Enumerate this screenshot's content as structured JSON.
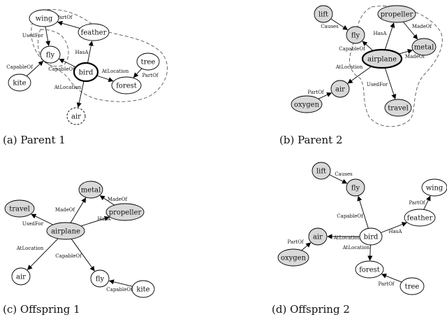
{
  "panels": [
    {
      "id": "parent1",
      "caption": "(a)  Parent 1",
      "nodes": [
        {
          "id": "wing",
          "label": "wing",
          "fill": "#ffffff",
          "bold": false,
          "dashed": false
        },
        {
          "id": "feather",
          "label": "feather",
          "fill": "#ffffff",
          "bold": false,
          "dashed": false
        },
        {
          "id": "fly",
          "label": "fly",
          "fill": "#ffffff",
          "bold": false,
          "dashed": false
        },
        {
          "id": "bird",
          "label": "bird",
          "fill": "#ffffff",
          "bold": true,
          "dashed": false
        },
        {
          "id": "kite",
          "label": "kite",
          "fill": "#ffffff",
          "bold": false,
          "dashed": false
        },
        {
          "id": "tree",
          "label": "tree",
          "fill": "#ffffff",
          "bold": false,
          "dashed": false
        },
        {
          "id": "forest",
          "label": "forest",
          "fill": "#ffffff",
          "bold": false,
          "dashed": false
        },
        {
          "id": "air",
          "label": "air",
          "fill": "#ffffff",
          "bold": false,
          "dashed": true
        }
      ],
      "edges": [
        {
          "from": "feather",
          "to": "wing",
          "label": "PartOf"
        },
        {
          "from": "wing",
          "to": "fly",
          "label": "UsedFor"
        },
        {
          "from": "bird",
          "to": "feather",
          "label": "HasA"
        },
        {
          "from": "kite",
          "to": "fly",
          "label": "CapableOf"
        },
        {
          "from": "bird",
          "to": "fly",
          "label": "CapableOf"
        },
        {
          "from": "bird",
          "to": "forest",
          "label": "AtLocation"
        },
        {
          "from": "tree",
          "to": "forest",
          "label": "PartOf"
        },
        {
          "from": "bird",
          "to": "air",
          "label": "AtLocation"
        }
      ]
    },
    {
      "id": "parent2",
      "caption": "(b)  Parent 2",
      "nodes": [
        {
          "id": "lift",
          "label": "lift",
          "fill": "#d9d9d9",
          "bold": false,
          "dashed": false
        },
        {
          "id": "fly",
          "label": "fly",
          "fill": "#d9d9d9",
          "bold": false,
          "dashed": false
        },
        {
          "id": "propeller",
          "label": "propeller",
          "fill": "#d9d9d9",
          "bold": false,
          "dashed": false
        },
        {
          "id": "metal",
          "label": "metal",
          "fill": "#d9d9d9",
          "bold": false,
          "dashed": false
        },
        {
          "id": "airplane",
          "label": "airplane",
          "fill": "#d9d9d9",
          "bold": true,
          "dashed": false
        },
        {
          "id": "air",
          "label": "air",
          "fill": "#d9d9d9",
          "bold": false,
          "dashed": false
        },
        {
          "id": "oxygen",
          "label": "oxygen",
          "fill": "#d9d9d9",
          "bold": false,
          "dashed": false
        },
        {
          "id": "travel",
          "label": "travel",
          "fill": "#d9d9d9",
          "bold": false,
          "dashed": false
        }
      ],
      "edges": [
        {
          "from": "lift",
          "to": "fly",
          "label": "Causes"
        },
        {
          "from": "airplane",
          "to": "fly",
          "label": "CapableOf"
        },
        {
          "from": "airplane",
          "to": "propeller",
          "label": "HasA"
        },
        {
          "from": "propeller",
          "to": "metal",
          "label": "MadeOf"
        },
        {
          "from": "airplane",
          "to": "metal",
          "label": "MadeOf"
        },
        {
          "from": "airplane",
          "to": "air",
          "label": "AtLocation"
        },
        {
          "from": "oxygen",
          "to": "air",
          "label": "PartOf"
        },
        {
          "from": "airplane",
          "to": "travel",
          "label": "UsedFor"
        }
      ]
    },
    {
      "id": "offspring1",
      "caption": "(c)  Offspring 1",
      "nodes": [
        {
          "id": "metal",
          "label": "metal",
          "fill": "#d9d9d9",
          "bold": false,
          "dashed": false
        },
        {
          "id": "travel",
          "label": "travel",
          "fill": "#d9d9d9",
          "bold": false,
          "dashed": false
        },
        {
          "id": "propeller",
          "label": "propeller",
          "fill": "#d9d9d9",
          "bold": false,
          "dashed": false
        },
        {
          "id": "airplane",
          "label": "airplane",
          "fill": "#d9d9d9",
          "bold": false,
          "dashed": false
        },
        {
          "id": "air",
          "label": "air",
          "fill": "#ffffff",
          "bold": false,
          "dashed": false
        },
        {
          "id": "fly",
          "label": "fly",
          "fill": "#ffffff",
          "bold": false,
          "dashed": false
        },
        {
          "id": "kite",
          "label": "kite",
          "fill": "#ffffff",
          "bold": false,
          "dashed": false
        }
      ],
      "edges": [
        {
          "from": "airplane",
          "to": "metal",
          "label": "MadeOf"
        },
        {
          "from": "propeller",
          "to": "metal",
          "label": "MadeOf"
        },
        {
          "from": "airplane",
          "to": "travel",
          "label": "UsedFor"
        },
        {
          "from": "airplane",
          "to": "propeller",
          "label": "HasA"
        },
        {
          "from": "airplane",
          "to": "air",
          "label": "AtLocation"
        },
        {
          "from": "airplane",
          "to": "fly",
          "label": "CapableOf"
        },
        {
          "from": "kite",
          "to": "fly",
          "label": "CapableOf"
        }
      ]
    },
    {
      "id": "offspring2",
      "caption": "(d)  Offspring 2",
      "nodes": [
        {
          "id": "lift",
          "label": "lift",
          "fill": "#d9d9d9",
          "bold": false,
          "dashed": false
        },
        {
          "id": "fly",
          "label": "fly",
          "fill": "#d9d9d9",
          "bold": false,
          "dashed": false
        },
        {
          "id": "wing",
          "label": "wing",
          "fill": "#ffffff",
          "bold": false,
          "dashed": false
        },
        {
          "id": "feather",
          "label": "feather",
          "fill": "#ffffff",
          "bold": false,
          "dashed": false
        },
        {
          "id": "bird",
          "label": "bird",
          "fill": "#ffffff",
          "bold": false,
          "dashed": false
        },
        {
          "id": "air",
          "label": "air",
          "fill": "#d9d9d9",
          "bold": false,
          "dashed": false
        },
        {
          "id": "oxygen",
          "label": "oxygen",
          "fill": "#d9d9d9",
          "bold": false,
          "dashed": false
        },
        {
          "id": "forest",
          "label": "forest",
          "fill": "#ffffff",
          "bold": false,
          "dashed": false
        },
        {
          "id": "tree",
          "label": "tree",
          "fill": "#ffffff",
          "bold": false,
          "dashed": false
        }
      ],
      "edges": [
        {
          "from": "lift",
          "to": "fly",
          "label": "Causes"
        },
        {
          "from": "bird",
          "to": "fly",
          "label": "CapableOf"
        },
        {
          "from": "feather",
          "to": "wing",
          "label": "PartOf"
        },
        {
          "from": "bird",
          "to": "feather",
          "label": "HasA"
        },
        {
          "from": "bird",
          "to": "air",
          "label": "AtLocation"
        },
        {
          "from": "oxygen",
          "to": "air",
          "label": "PartOf"
        },
        {
          "from": "bird",
          "to": "forest",
          "label": "AtLocation"
        },
        {
          "from": "tree",
          "to": "forest",
          "label": "PartOf"
        }
      ]
    }
  ]
}
